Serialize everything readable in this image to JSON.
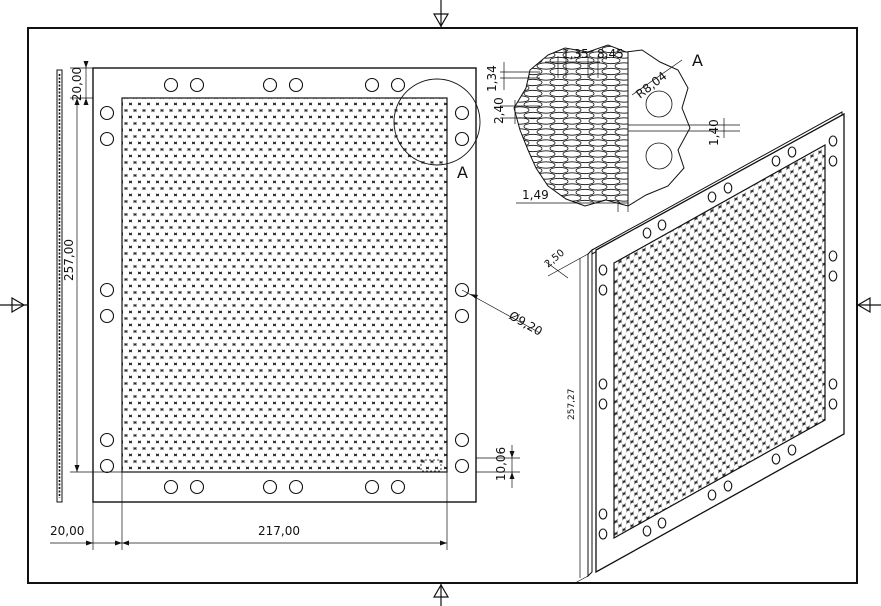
{
  "callout_label": "A",
  "detail_label": "A",
  "dimensions": {
    "top_border": "20,00",
    "height": "257,00",
    "left_border": "20,00",
    "width": "217,00",
    "bottom_hole": "10,06",
    "hole_diameter": "Ø9,20",
    "pitch_1": "1,35",
    "pitch_2": "8,45",
    "radius": "R8,04",
    "slot_h": "1,34",
    "slot_v": "2,40",
    "gap_right": "1,40",
    "gap_bottom": "1,49",
    "iso_thickness": "2,50",
    "iso_height": "257,27"
  }
}
